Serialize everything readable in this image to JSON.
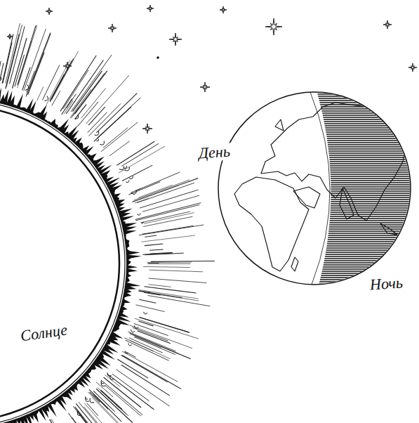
{
  "diagram": {
    "labels": [
      "Солнце",
      "День",
      "Ночь"
    ]
  }
}
